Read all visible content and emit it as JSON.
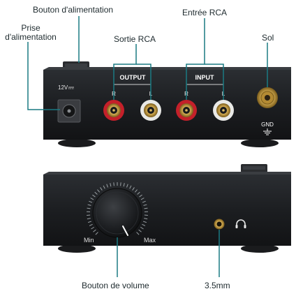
{
  "callouts": {
    "power_button": "Bouton d'alimentation",
    "power_jack_line1": "Prise",
    "power_jack_line2": "d'alimentation",
    "rca_out": "Sortie RCA",
    "rca_in": "Entrée RCA",
    "ground": "Sol",
    "volume_knob": "Bouton de volume",
    "jack_35": "3.5mm"
  },
  "back_panel": {
    "voltage": "12V",
    "output_title": "OUTPUT",
    "input_title": "INPUT",
    "right": "R",
    "left": "L",
    "gnd": "GND"
  },
  "front_panel": {
    "min": "Min",
    "max": "Max"
  },
  "colors": {
    "accent": "#1a7a82",
    "chassis": "#1d1f22",
    "rca_red": "#c4202a",
    "rca_white": "#e9e9e6",
    "gold": "#c9a24a"
  },
  "icons": [
    "dc-power-jack-icon",
    "rca-jack-icon",
    "ground-terminal-icon",
    "ground-symbol-icon",
    "volume-knob-icon",
    "headphone-jack-icon",
    "headphones-icon"
  ]
}
